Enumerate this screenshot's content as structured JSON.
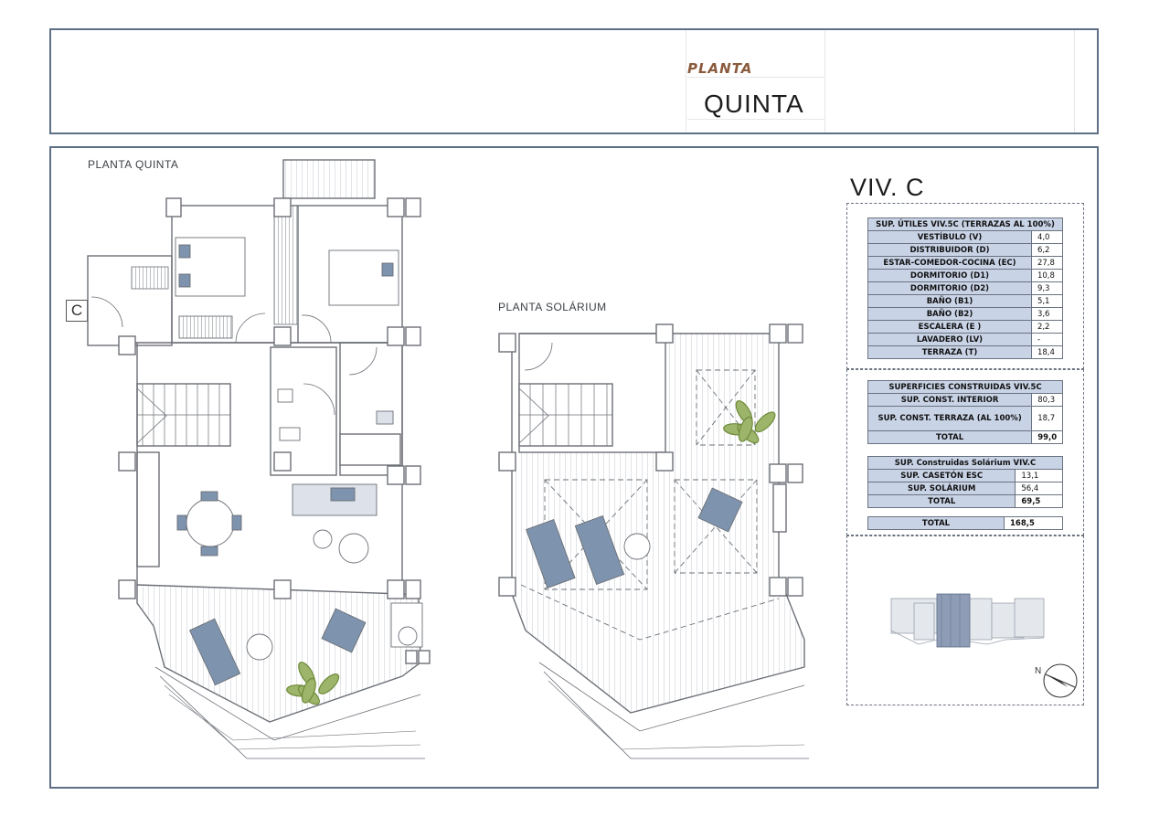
{
  "header": {
    "title_small": "PLANTA",
    "title_big": "QUINTA"
  },
  "plans": {
    "left_label": "PLANTA QUINTA",
    "right_label": "PLANTA SOLÁRIUM",
    "unit_marker": "C"
  },
  "summary": {
    "title": "VIV. C",
    "utiles": {
      "header": "SUP. ÚTILES VIV.5C (TERRAZAS AL 100%)",
      "rows": [
        {
          "label": "VESTÍBULO  (V)",
          "value": "4,0"
        },
        {
          "label": "DISTRIBUIDOR (D)",
          "value": "6,2"
        },
        {
          "label": "ESTAR-COMEDOR-COCINA (EC)",
          "value": "27,8"
        },
        {
          "label": "DORMITORIO (D1)",
          "value": "10,8"
        },
        {
          "label": "DORMITORIO (D2)",
          "value": "9,3"
        },
        {
          "label": "BAÑO (B1)",
          "value": "5,1"
        },
        {
          "label": "BAÑO (B2)",
          "value": "3,6"
        },
        {
          "label": "ESCALERA (E )",
          "value": "2,2"
        },
        {
          "label": "LAVADERO (LV)",
          "value": "-"
        },
        {
          "label": "TERRAZA (T)",
          "value": "18,4"
        }
      ]
    },
    "construidas": {
      "header": "SUPERFICIES CONSTRUIDAS VIV.5C",
      "rows": [
        {
          "label": "SUP. CONST. INTERIOR",
          "value": "80,3"
        },
        {
          "label": "SUP. CONST. TERRAZA (AL 100%)",
          "value": "18,7"
        },
        {
          "label": "TOTAL",
          "value": "99,0"
        }
      ]
    },
    "solarium": {
      "header": "SUP. Construidas Solárium VIV.C",
      "rows": [
        {
          "label": "SUP. CASETÓN ESC",
          "value": "13,1"
        },
        {
          "label": "SUP. SOLÁRIUM",
          "value": "56,4"
        },
        {
          "label": "TOTAL",
          "value": "69,5"
        }
      ]
    },
    "grand_total": {
      "label": "TOTAL",
      "value": "168,5"
    }
  },
  "location": {
    "north_label": "N"
  },
  "colors": {
    "frame": "#5e6f86",
    "table_fill": "#c9d3e6",
    "wall": "#6b6f76",
    "furniture": "#7e93ad",
    "plant": "#8aa25a",
    "brand": "#8a5a3c"
  }
}
